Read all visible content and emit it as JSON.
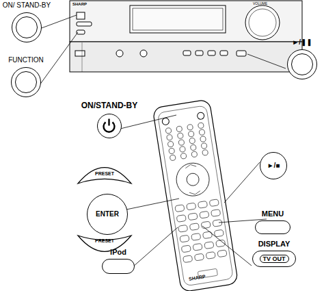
{
  "diagram": {
    "nodes": [
      {
        "text": [
          "ON/ STAND-BY"
        ]
      },
      {
        "text": [
          "FUNCTION"
        ]
      },
      {
        "text": [
          "►/❚❚"
        ]
      },
      {
        "text": [
          "ON/STAND-BY"
        ]
      },
      {
        "text": [
          "PRESET"
        ]
      },
      {
        "text": [
          "ENTER"
        ]
      },
      {
        "text": [
          "PRESET"
        ]
      },
      {
        "text": [
          "►/■"
        ]
      },
      {
        "text": [
          "MENU"
        ]
      },
      {
        "text": [
          "iPod"
        ]
      },
      {
        "text": [
          "DISPLAY",
          "TV OUT"
        ]
      }
    ],
    "labels": [
      "SHARP",
      "VOLUME",
      "SHARP"
    ]
  }
}
